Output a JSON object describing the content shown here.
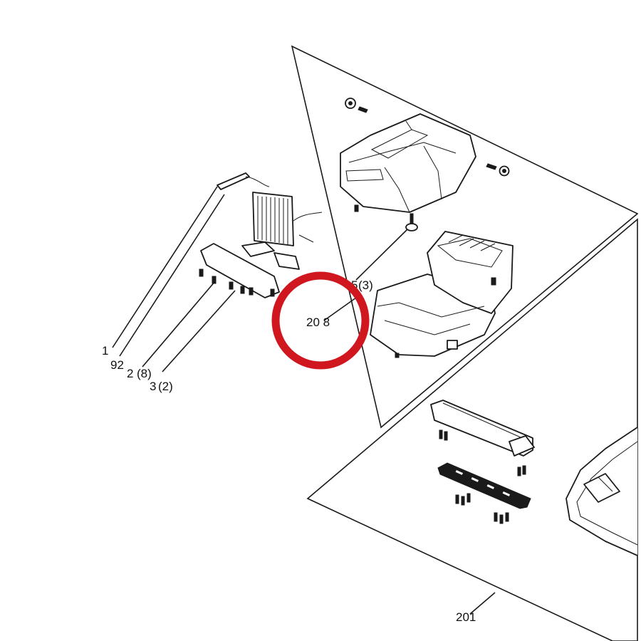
{
  "callouts": {
    "c1": "1",
    "c92": "92",
    "c2": "2",
    "c2qty": "(8)",
    "c3": "3",
    "c3qty": "(2)",
    "c5": "5",
    "c5qty": "(3)",
    "c208": "20 8",
    "c201": "201"
  },
  "colors": {
    "line": "#1a1a1a",
    "highlight_ring": "#d0161e",
    "background": "#ffffff"
  }
}
